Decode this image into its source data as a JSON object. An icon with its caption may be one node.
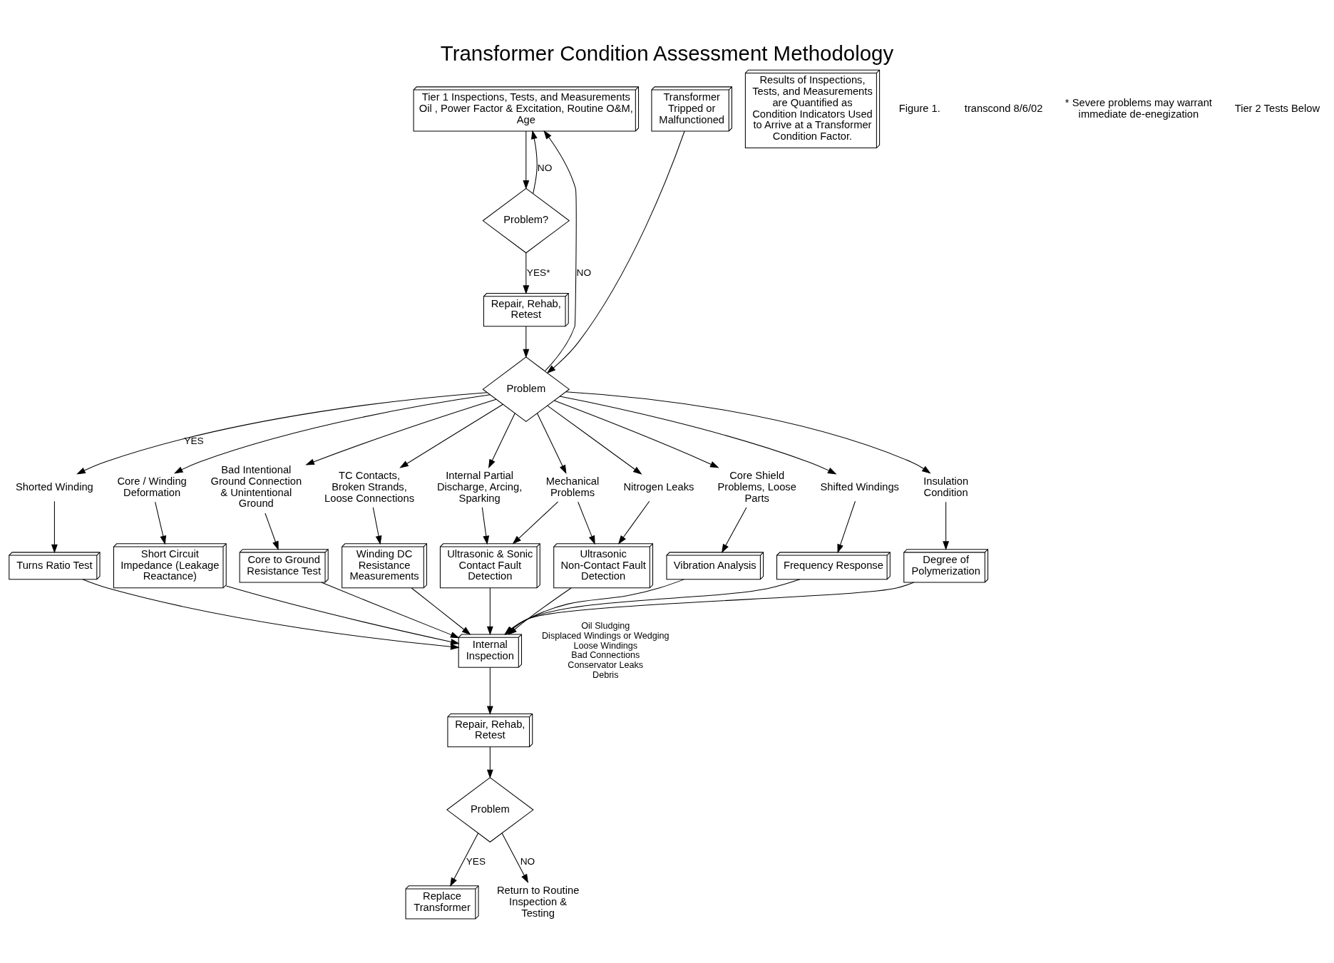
{
  "diagram": {
    "title": "Transformer Condition Assessment Methodology",
    "nodes": [
      {
        "text": [
          "Tier 1 Inspections, Tests, and Measurements",
          "Oil , Power Factor & Excitation, Routine O&M, Age"
        ]
      },
      {
        "text": [
          "Problem?"
        ]
      },
      {
        "text": [
          "Repair, Rehab, Retest"
        ]
      },
      {
        "text": [
          "Problem"
        ]
      },
      {
        "text": [
          "Transformer Tripped or Malfunctioned"
        ]
      },
      {
        "text": [
          "Results of Inspections, Tests, and Measurements are Quantified as Condition Indicators Used to Arrive at a Transformer Condition Factor."
        ]
      },
      {
        "text": [
          "Shorted Winding"
        ]
      },
      {
        "text": [
          "Core / Winding Deformation"
        ]
      },
      {
        "text": [
          "Bad Intentional Ground Connection & Unintentional Ground"
        ]
      },
      {
        "text": [
          "TC Contacts, Broken Strands, Loose Connections"
        ]
      },
      {
        "text": [
          "Internal Partial Discharge, Arcing, Sparking"
        ]
      },
      {
        "text": [
          "Mechanical Problems"
        ]
      },
      {
        "text": [
          "Nitrogen Leaks"
        ]
      },
      {
        "text": [
          "Core Shield Problems, Loose Parts"
        ]
      },
      {
        "text": [
          "Shifted Windings"
        ]
      },
      {
        "text": [
          "Insulation Condition"
        ]
      },
      {
        "text": [
          "Turns Ratio Test"
        ]
      },
      {
        "text": [
          "Short Circuit Impedance (Leakage Reactance)"
        ]
      },
      {
        "text": [
          "Core to Ground Resistance Test"
        ]
      },
      {
        "text": [
          "Winding DC Resistance Measurements"
        ]
      },
      {
        "text": [
          "Ultrasonic & Sonic Contact Fault Detection"
        ]
      },
      {
        "text": [
          "Ultrasonic Non-Contact Fault Detection"
        ]
      },
      {
        "text": [
          "Vibration Analysis"
        ]
      },
      {
        "text": [
          "Frequency Response"
        ]
      },
      {
        "text": [
          "Degree of Polymerization"
        ]
      },
      {
        "text": [
          "Internal Inspection"
        ],
        "beside": [
          "Oil Sludging",
          "Displaced Windings or Wedging",
          "Loose Windings",
          "Bad Connections",
          "Conservator Leaks",
          "Debris"
        ]
      },
      {
        "text": [
          "Repair, Rehab, Retest"
        ]
      },
      {
        "text": [
          "Problem"
        ]
      },
      {
        "text": [
          "Replace Transformer"
        ]
      },
      {
        "text": [
          "Return to Routine Inspection & Testing"
        ]
      }
    ],
    "edges": [
      {
        "from": 0,
        "to": 1,
        "arrow": "to"
      },
      {
        "from": 1,
        "to": 0,
        "arrow": "to",
        "label": "NO"
      },
      {
        "from": 1,
        "to": 2,
        "arrow": "to",
        "label": "YES*"
      },
      {
        "from": 2,
        "to": 3,
        "arrow": "to"
      },
      {
        "from": 3,
        "to": 0,
        "arrow": "to",
        "label": "NO"
      },
      {
        "from": 4,
        "to": 3,
        "arrow": "to"
      },
      {
        "from": 3,
        "to": 6,
        "arrow": "to",
        "label": "YES"
      },
      {
        "from": 3,
        "to": 7,
        "arrow": "to"
      },
      {
        "from": 3,
        "to": 8,
        "arrow": "to"
      },
      {
        "from": 3,
        "to": 9,
        "arrow": "to"
      },
      {
        "from": 3,
        "to": 10,
        "arrow": "to"
      },
      {
        "from": 3,
        "to": 11,
        "arrow": "to"
      },
      {
        "from": 3,
        "to": 12,
        "arrow": "to"
      },
      {
        "from": 3,
        "to": 13,
        "arrow": "to"
      },
      {
        "from": 3,
        "to": 14,
        "arrow": "to"
      },
      {
        "from": 3,
        "to": 15,
        "arrow": "to"
      },
      {
        "from": 6,
        "to": 16,
        "arrow": "to"
      },
      {
        "from": 7,
        "to": 17,
        "arrow": "to"
      },
      {
        "from": 8,
        "to": 18,
        "arrow": "to"
      },
      {
        "from": 9,
        "to": 19,
        "arrow": "to"
      },
      {
        "from": 10,
        "to": 20,
        "arrow": "to"
      },
      {
        "from": 11,
        "to": 20,
        "arrow": "to"
      },
      {
        "from": 11,
        "to": 21,
        "arrow": "to"
      },
      {
        "from": 12,
        "to": 21,
        "arrow": "to"
      },
      {
        "from": 13,
        "to": 22,
        "arrow": "to"
      },
      {
        "from": 14,
        "to": 23,
        "arrow": "to"
      },
      {
        "from": 15,
        "to": 24,
        "arrow": "to"
      },
      {
        "from": 16,
        "to": 25,
        "arrow": "to"
      },
      {
        "from": 17,
        "to": 25,
        "arrow": "to"
      },
      {
        "from": 18,
        "to": 25,
        "arrow": "to"
      },
      {
        "from": 19,
        "to": 25,
        "arrow": "to"
      },
      {
        "from": 20,
        "to": 25,
        "arrow": "to"
      },
      {
        "from": 21,
        "to": 25,
        "arrow": "to"
      },
      {
        "from": 22,
        "to": 25,
        "arrow": "to"
      },
      {
        "from": 23,
        "to": 25,
        "arrow": "to"
      },
      {
        "from": 24,
        "to": 25,
        "arrow": "to"
      },
      {
        "from": 25,
        "to": 26,
        "arrow": "to"
      },
      {
        "from": 26,
        "to": 27,
        "arrow": "to"
      },
      {
        "from": 27,
        "to": 28,
        "arrow": "to",
        "label": "YES"
      },
      {
        "from": 27,
        "to": 29,
        "arrow": "to",
        "label": "NO"
      }
    ],
    "labels": [
      "Figure 1.",
      "transcond 8/6/02",
      "* Severe problems may warrant immediate de-enegization",
      "Tier 2 Tests Below"
    ]
  }
}
